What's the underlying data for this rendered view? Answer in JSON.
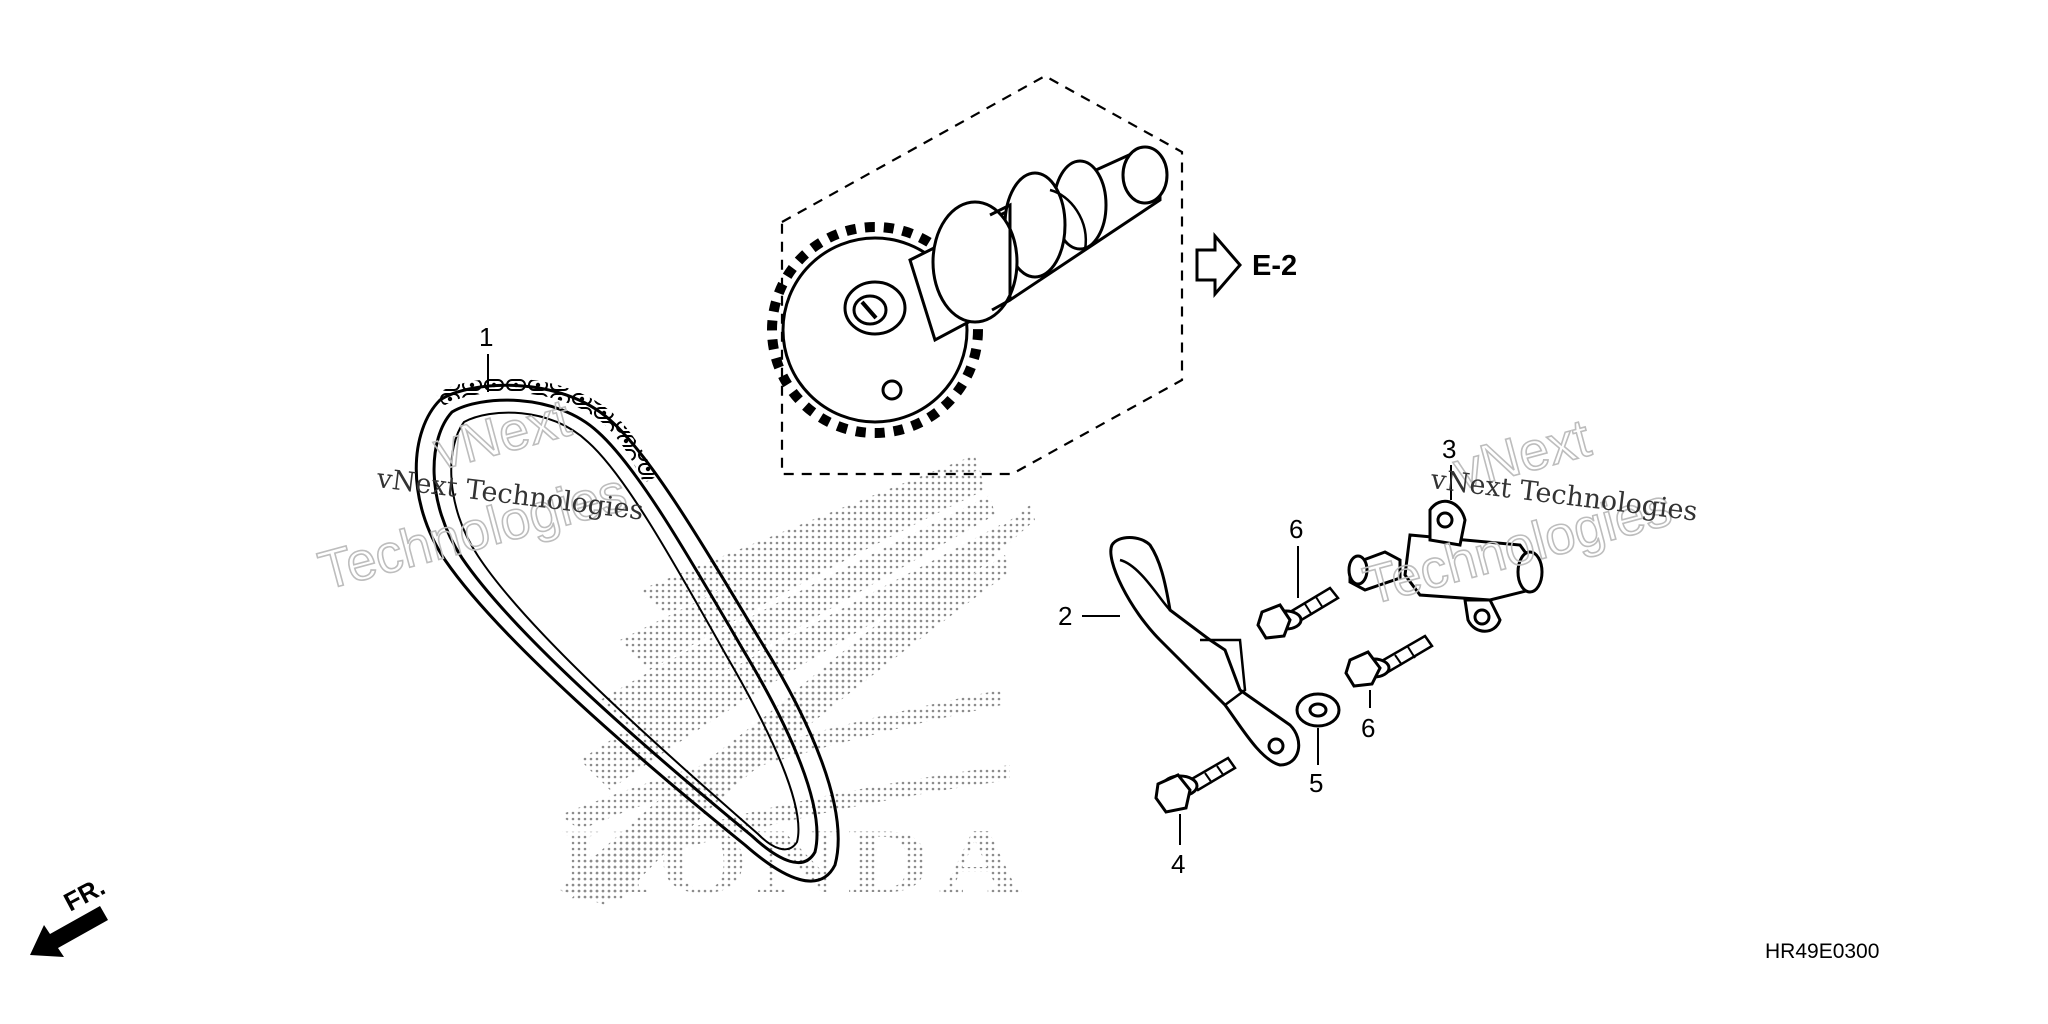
{
  "diagram": {
    "callouts": {
      "part_1": "1",
      "part_2": "2",
      "part_3": "3",
      "part_4": "4",
      "part_5": "5",
      "part_6a": "6",
      "part_6b": "6"
    },
    "reference_label": "E-2",
    "front_label": "FR.",
    "diagram_code": "HR49E0300"
  },
  "watermarks": {
    "small_text": "vNext Technologies",
    "large_line_1": "vNext",
    "large_line_2": "Technologies",
    "logo_text": "HONDA"
  }
}
